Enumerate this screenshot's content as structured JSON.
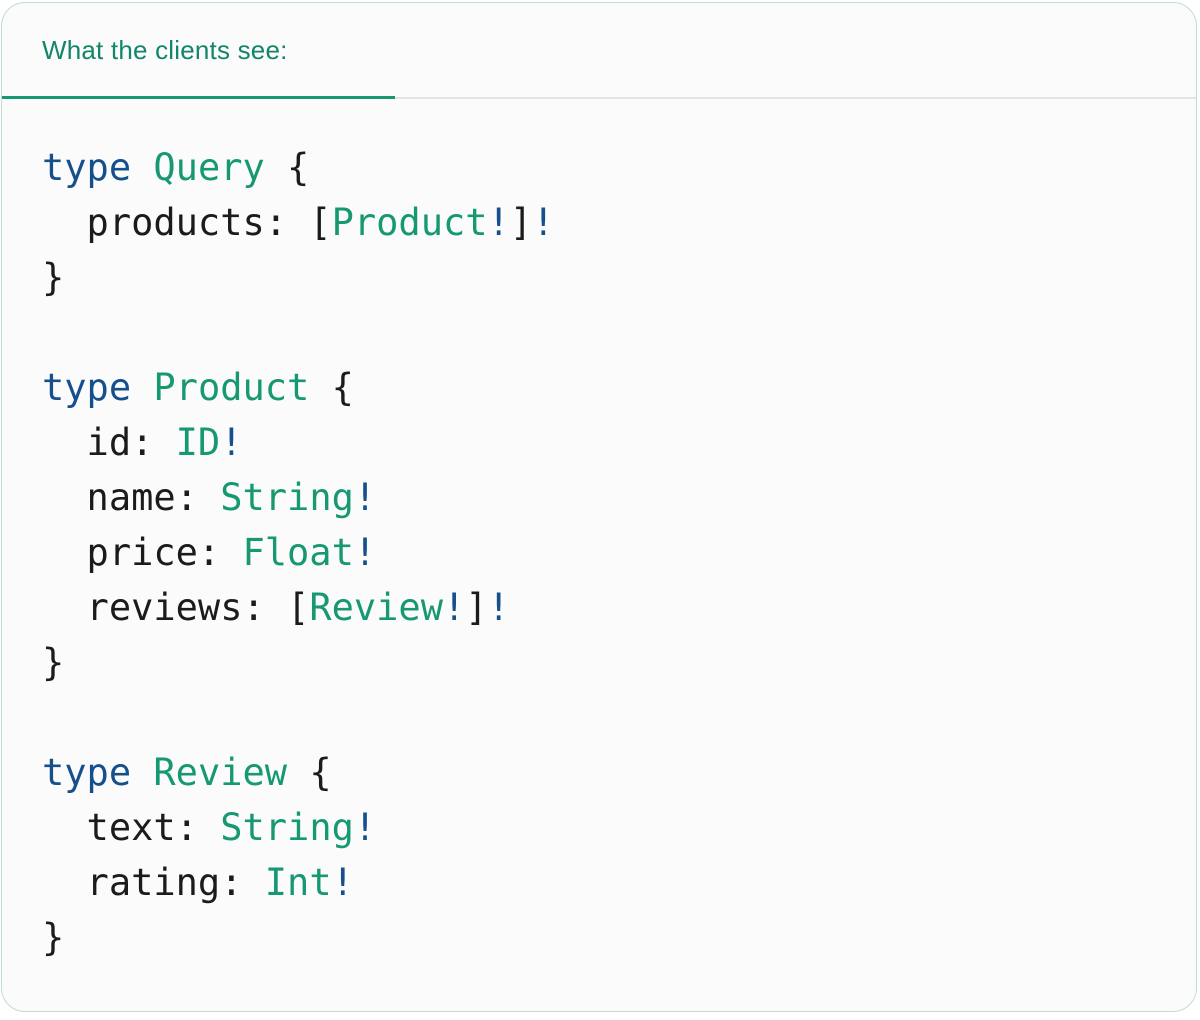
{
  "tab_bar": {
    "tabs": [
      {
        "label": "What the clients see:",
        "active": true
      }
    ]
  },
  "colors": {
    "card_background": "#FBFBFB",
    "card_border": "#C3DCCE",
    "tab_label_teal": "#13856B",
    "active_tab_underline": "#169873",
    "tab_divider_gray": "#E4E4E4",
    "code_keyword_blue": "#15508C",
    "code_type_teal": "#169873",
    "code_bang_blue": "#15508C",
    "code_plain": "#1B1B1D"
  },
  "code": {
    "language": "graphql",
    "lines": [
      [
        {
          "t": "type",
          "c": "kw"
        },
        {
          "t": " ",
          "c": "p"
        },
        {
          "t": "Query",
          "c": "ty"
        },
        {
          "t": " {",
          "c": "p"
        }
      ],
      [
        {
          "t": "  products: [",
          "c": "p"
        },
        {
          "t": "Product",
          "c": "ty"
        },
        {
          "t": "!",
          "c": "bang"
        },
        {
          "t": "]",
          "c": "p"
        },
        {
          "t": "!",
          "c": "bang"
        }
      ],
      [
        {
          "t": "}",
          "c": "p"
        }
      ],
      [],
      [
        {
          "t": "type",
          "c": "kw"
        },
        {
          "t": " ",
          "c": "p"
        },
        {
          "t": "Product",
          "c": "ty"
        },
        {
          "t": " {",
          "c": "p"
        }
      ],
      [
        {
          "t": "  id: ",
          "c": "p"
        },
        {
          "t": "ID",
          "c": "ty"
        },
        {
          "t": "!",
          "c": "bang"
        }
      ],
      [
        {
          "t": "  name: ",
          "c": "p"
        },
        {
          "t": "String",
          "c": "ty"
        },
        {
          "t": "!",
          "c": "bang"
        }
      ],
      [
        {
          "t": "  price: ",
          "c": "p"
        },
        {
          "t": "Float",
          "c": "ty"
        },
        {
          "t": "!",
          "c": "bang"
        }
      ],
      [
        {
          "t": "  reviews: [",
          "c": "p"
        },
        {
          "t": "Review",
          "c": "ty"
        },
        {
          "t": "!",
          "c": "bang"
        },
        {
          "t": "]",
          "c": "p"
        },
        {
          "t": "!",
          "c": "bang"
        }
      ],
      [
        {
          "t": "}",
          "c": "p"
        }
      ],
      [],
      [
        {
          "t": "type",
          "c": "kw"
        },
        {
          "t": " ",
          "c": "p"
        },
        {
          "t": "Review",
          "c": "ty"
        },
        {
          "t": " {",
          "c": "p"
        }
      ],
      [
        {
          "t": "  text: ",
          "c": "p"
        },
        {
          "t": "String",
          "c": "ty"
        },
        {
          "t": "!",
          "c": "bang"
        }
      ],
      [
        {
          "t": "  rating: ",
          "c": "p"
        },
        {
          "t": "Int",
          "c": "ty"
        },
        {
          "t": "!",
          "c": "bang"
        }
      ],
      [
        {
          "t": "}",
          "c": "p"
        }
      ]
    ]
  }
}
